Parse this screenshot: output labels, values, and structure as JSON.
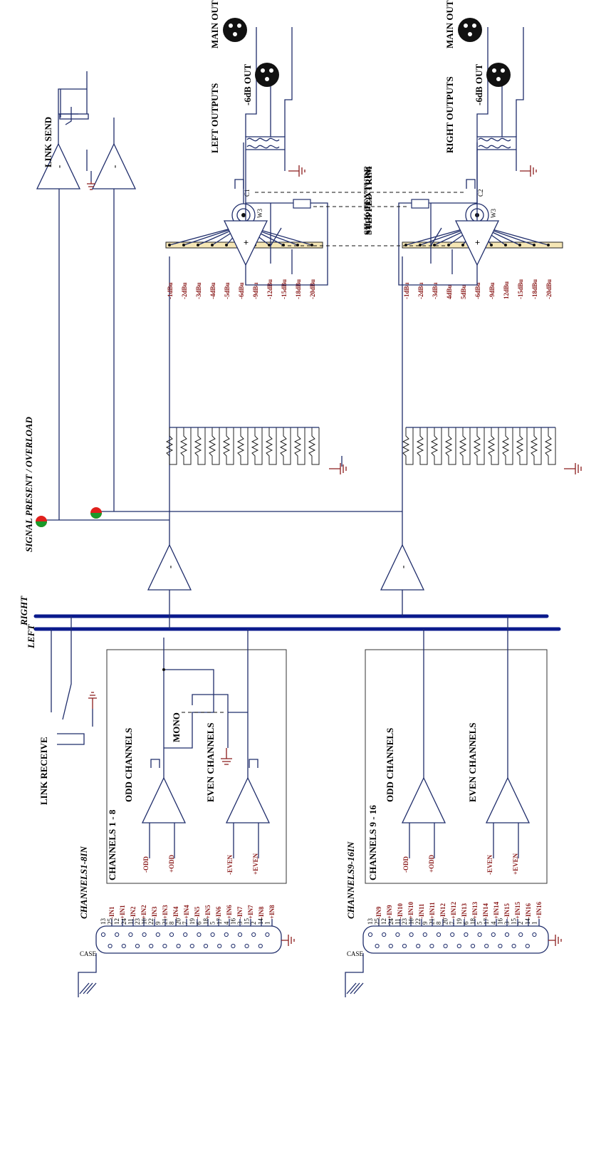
{
  "labels": {
    "channels_1_8": "CHANNELS 1 - 8",
    "channels_9_16": "CHANNELS 9 - 16",
    "odd_channels": "ODD CHANNELS",
    "even_channels": "EVEN CHANNELS",
    "mono": "MONO",
    "link_receive": "LINK RECEIVE",
    "link_send": "LINK SEND",
    "left_bus": "LEFT",
    "right_bus": "RIGHT",
    "signal_present": "SIGNAL PRESENT / OVERLOAD",
    "stepped_trim": "STEPPED TRIM",
    "silk_texture": "SILK TEXTURE",
    "left_outputs": "LEFT OUTPUTS",
    "right_outputs": "RIGHT OUTPUTS",
    "main_out": "MAIN OUT",
    "minus6db_out": "-6dB OUT",
    "dsub_1_8": "CHANNELS1-8IN",
    "dsub_9_16": "CHANNELS9-16IN",
    "case": "CASE",
    "c1": "C1",
    "c2": "C2",
    "pot_w": "W3",
    "odd_minus": "-ODD",
    "odd_plus": "+ODD",
    "even_minus": "-EVEN",
    "even_plus": "+EVEN",
    "amp_minus": "-",
    "amp_plus": "+"
  },
  "trim_steps": [
    "-1dBu",
    "-2dBu",
    "-3dBu",
    "-4dBu",
    "-5dBu",
    "-6dBu",
    "-9dBu",
    "-12dBu",
    "-15dBu",
    "-18dBu",
    "-20dBu"
  ],
  "trim_steps_right": [
    "-1dBu",
    "-2dBu",
    "-3dBu",
    "4dBu",
    "5dBu",
    "-6dBu",
    "-9dBu",
    "12dBu",
    "-15dBu",
    "-18dBu",
    "-20dBu"
  ],
  "dsub_1_8_pins": [
    "-IN1",
    "+IN1",
    "-IN2",
    "+IN2",
    "-IN3",
    "+IN3",
    "-IN4",
    "+IN4",
    "-IN5",
    "+IN5",
    "-IN6",
    "+IN6",
    "-IN7",
    "+IN7",
    "-IN8",
    "+IN8"
  ],
  "dsub_9_16_pins": [
    "-IN9",
    "+IN9",
    "-IN10",
    "+IN10",
    "-IN11",
    "+IN11",
    "-IN12",
    "+IN12",
    "-IN13",
    "+IN13",
    "-IN14",
    "+IN14",
    "-IN15",
    "+IN15",
    "-IN16",
    "+IN16"
  ],
  "pin_numbers": [
    "13",
    "25",
    "12",
    "24",
    "11",
    "23",
    "10",
    "22",
    "9",
    "21",
    "8",
    "20",
    "7",
    "19",
    "6",
    "18",
    "5",
    "17",
    "4",
    "16",
    "3",
    "15",
    "2",
    "14",
    "1"
  ],
  "colors": {
    "wire": "#1f2d6b",
    "bus": "#0a1a8c",
    "ground": "#8b1c1c",
    "label_red": "#8b1c1c",
    "led_red": "#e0201c",
    "led_green": "#1a9a2a",
    "trim_bar": "#f5e6b5"
  }
}
